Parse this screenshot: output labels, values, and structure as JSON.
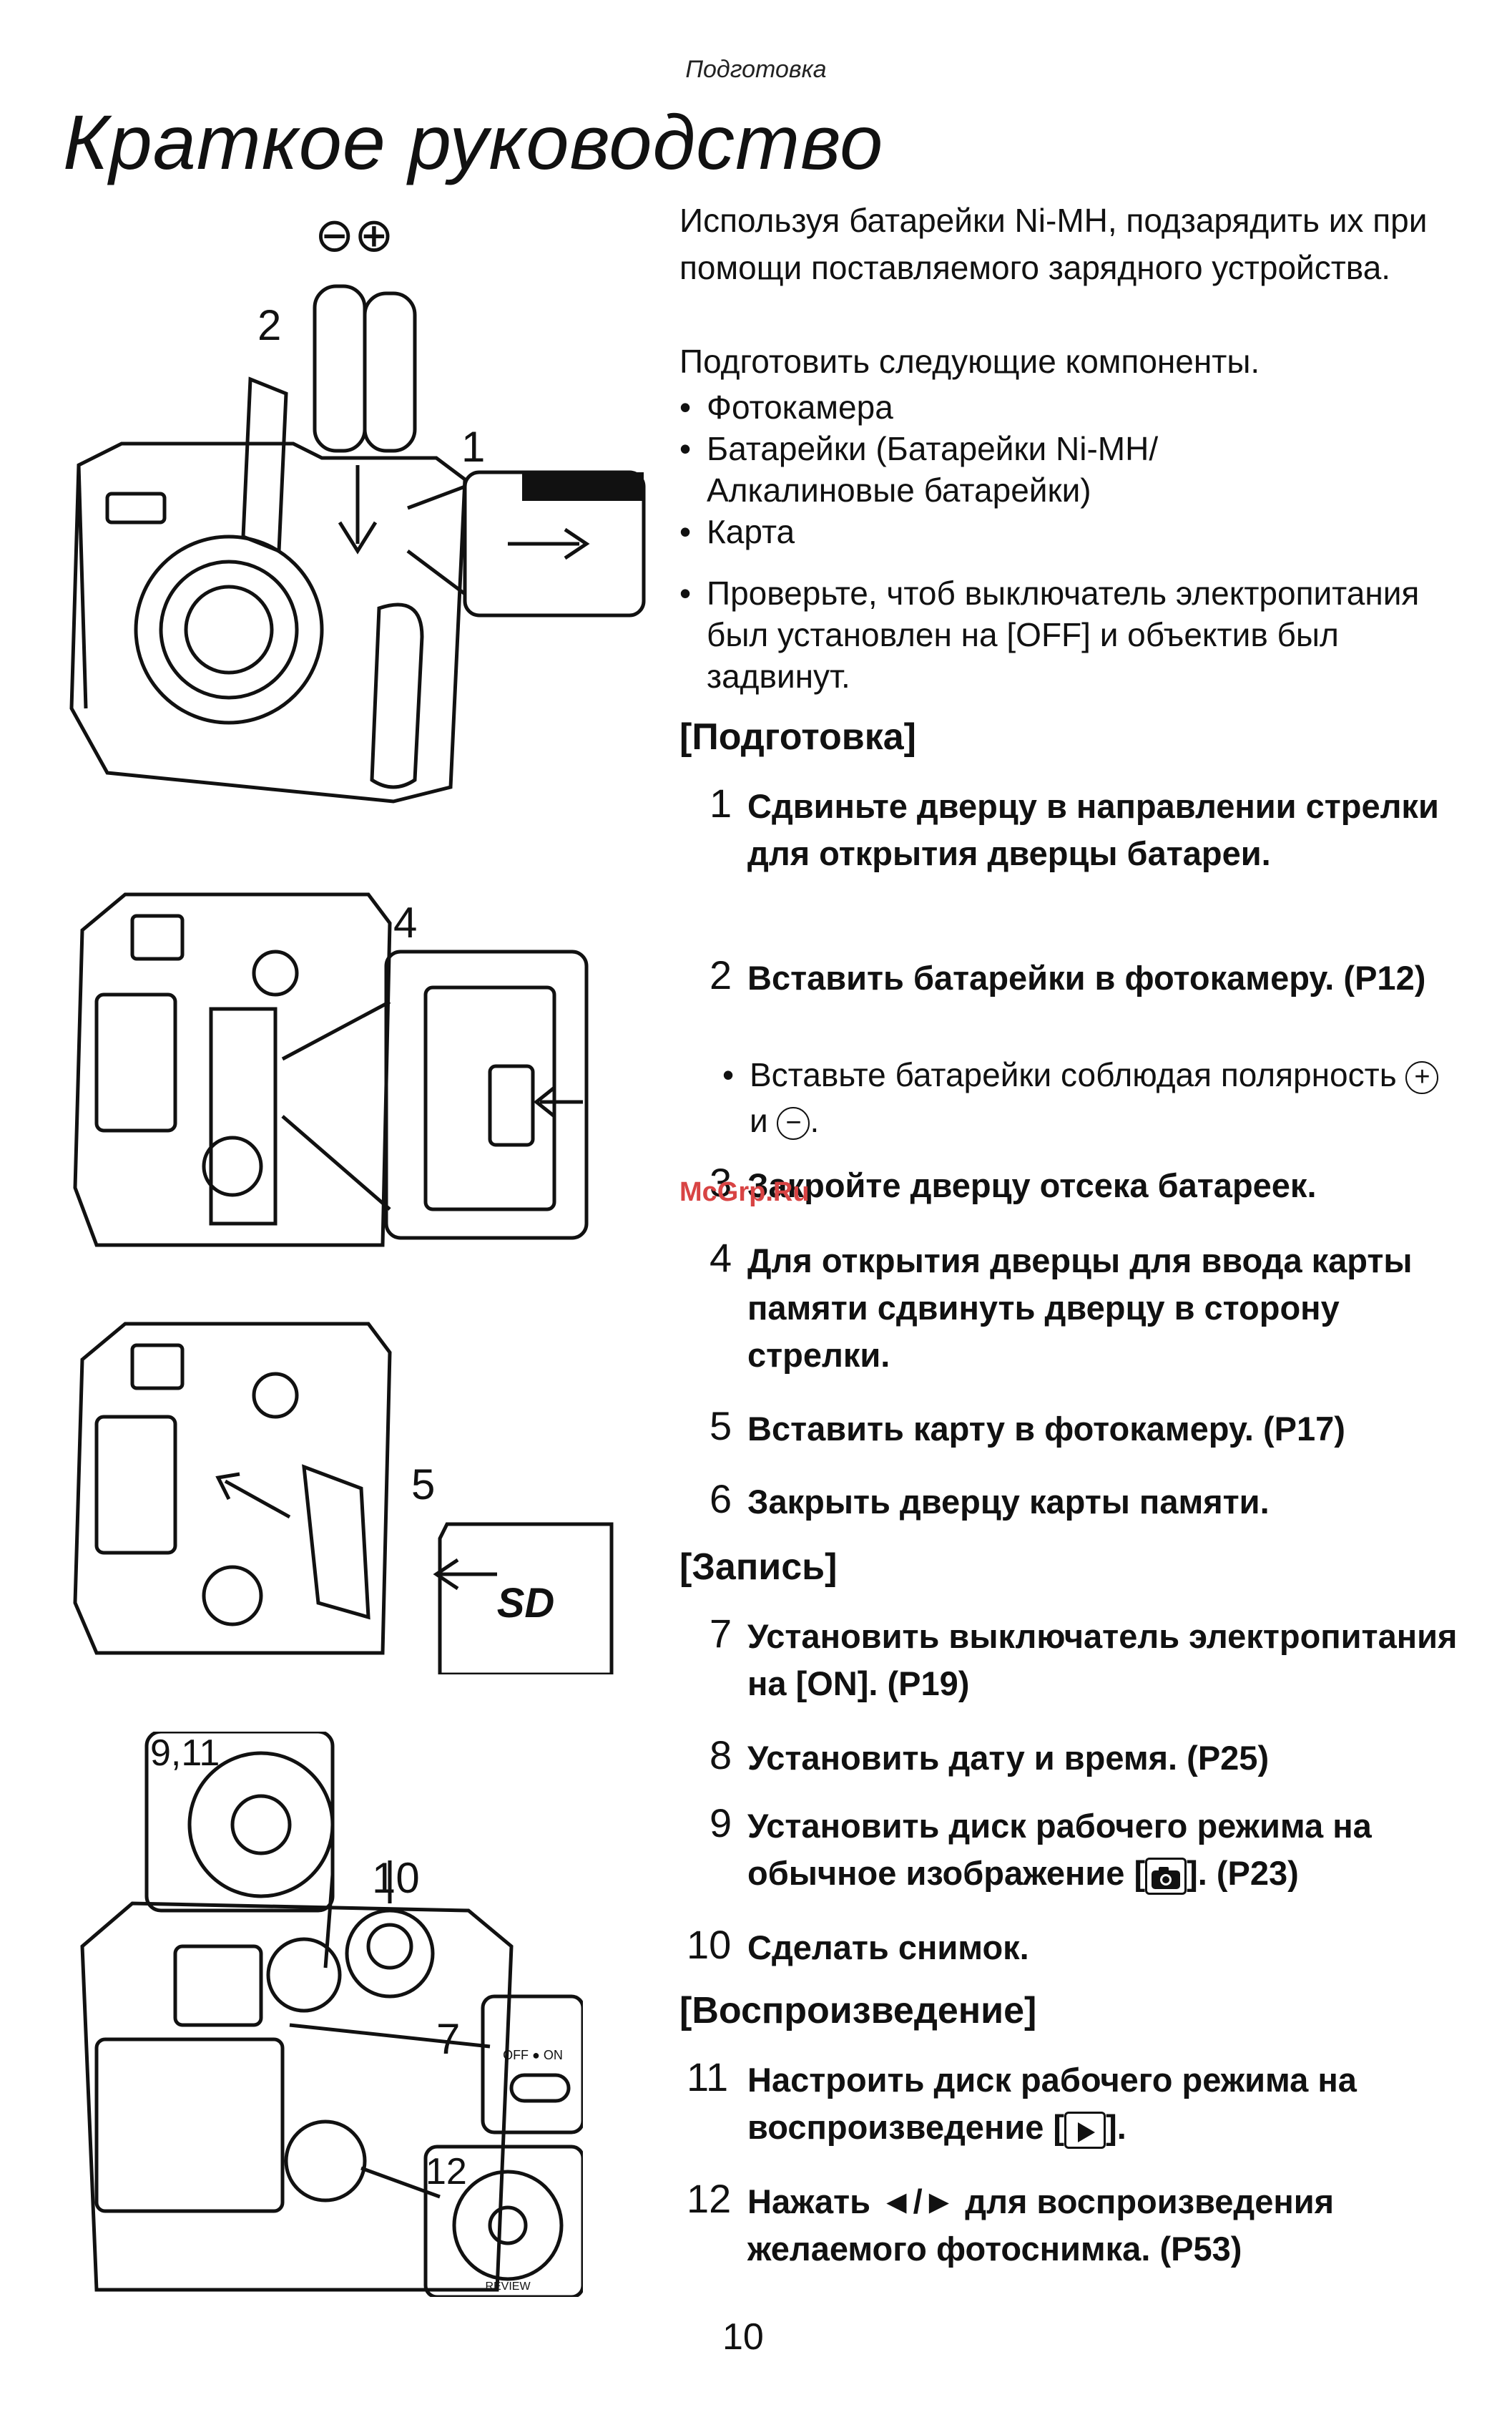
{
  "header": "Подготовка",
  "title": "Краткое руководство",
  "intro": [
    "Используя батарейки Ni-MH, подзарядить их при помощи поставляемого зарядного устройства.",
    "Подготовить следующие компоненты."
  ],
  "components": [
    "Фотокамера",
    "Батарейки (Батарейки Ni-MH/ Алкалиновые батарейки)",
    "Карта"
  ],
  "check_note": "Проверьте, чтоб выключатель электропитания был установлен на [OFF] и объектив был задвинут.",
  "sections": {
    "prep": "[Подготовка]",
    "record": "[Запись]",
    "playback": "[Воспроизведение]"
  },
  "steps": [
    {
      "n": "1",
      "text": "Сдвиньте дверцу в направлении стрелки для открытия дверцы батареи."
    },
    {
      "n": "2",
      "text": "Вставить батарейки в фотокамеру. (P12)"
    },
    {
      "n": "3",
      "text": "Закройте дверцу отсека батареек."
    },
    {
      "n": "4",
      "text": "Для открытия дверцы для ввода карты памяти сдвинуть дверцу в сторону стрелки."
    },
    {
      "n": "5",
      "text": "Вставить карту в фотокамеру. (P17)"
    },
    {
      "n": "6",
      "text": "Закрыть дверцу карты памяти."
    },
    {
      "n": "7",
      "text": "Установить выключатель электропитания на [ON]. (P19)"
    },
    {
      "n": "8",
      "text": "Установить дату и время. (P25)"
    },
    {
      "n": "9",
      "text_a": "Установить диск рабочего режима на обычное изображение [",
      "text_b": "]. (P23)"
    },
    {
      "n": "10",
      "text": "Сделать снимок."
    },
    {
      "n": "11",
      "text_a": "Настроить диск рабочего режима на воспроизведение [",
      "text_b": "]."
    },
    {
      "n": "12",
      "text_a": "Нажать ",
      "arrows": "◄/►",
      "text_b": " для воспроизведения желаемого фотоснимка. (P53)"
    }
  ],
  "step2_note_a": "Вставьте батарейки соблюдая полярность",
  "step2_note_and": "и",
  "step2_note_end": ".",
  "plus_sym": "+",
  "minus_sym": "−",
  "watermark": "McGrp.Ru",
  "figure_labels": {
    "polarity": "⊖⊕",
    "f1": "1",
    "f2": "2",
    "f4": "4",
    "f5": "5",
    "f911": "9,11",
    "f10": "10",
    "f7": "7",
    "f12": "12",
    "sd": "SD",
    "review": "REVIEW",
    "offon": "OFF ● ON"
  },
  "page_number": "10"
}
